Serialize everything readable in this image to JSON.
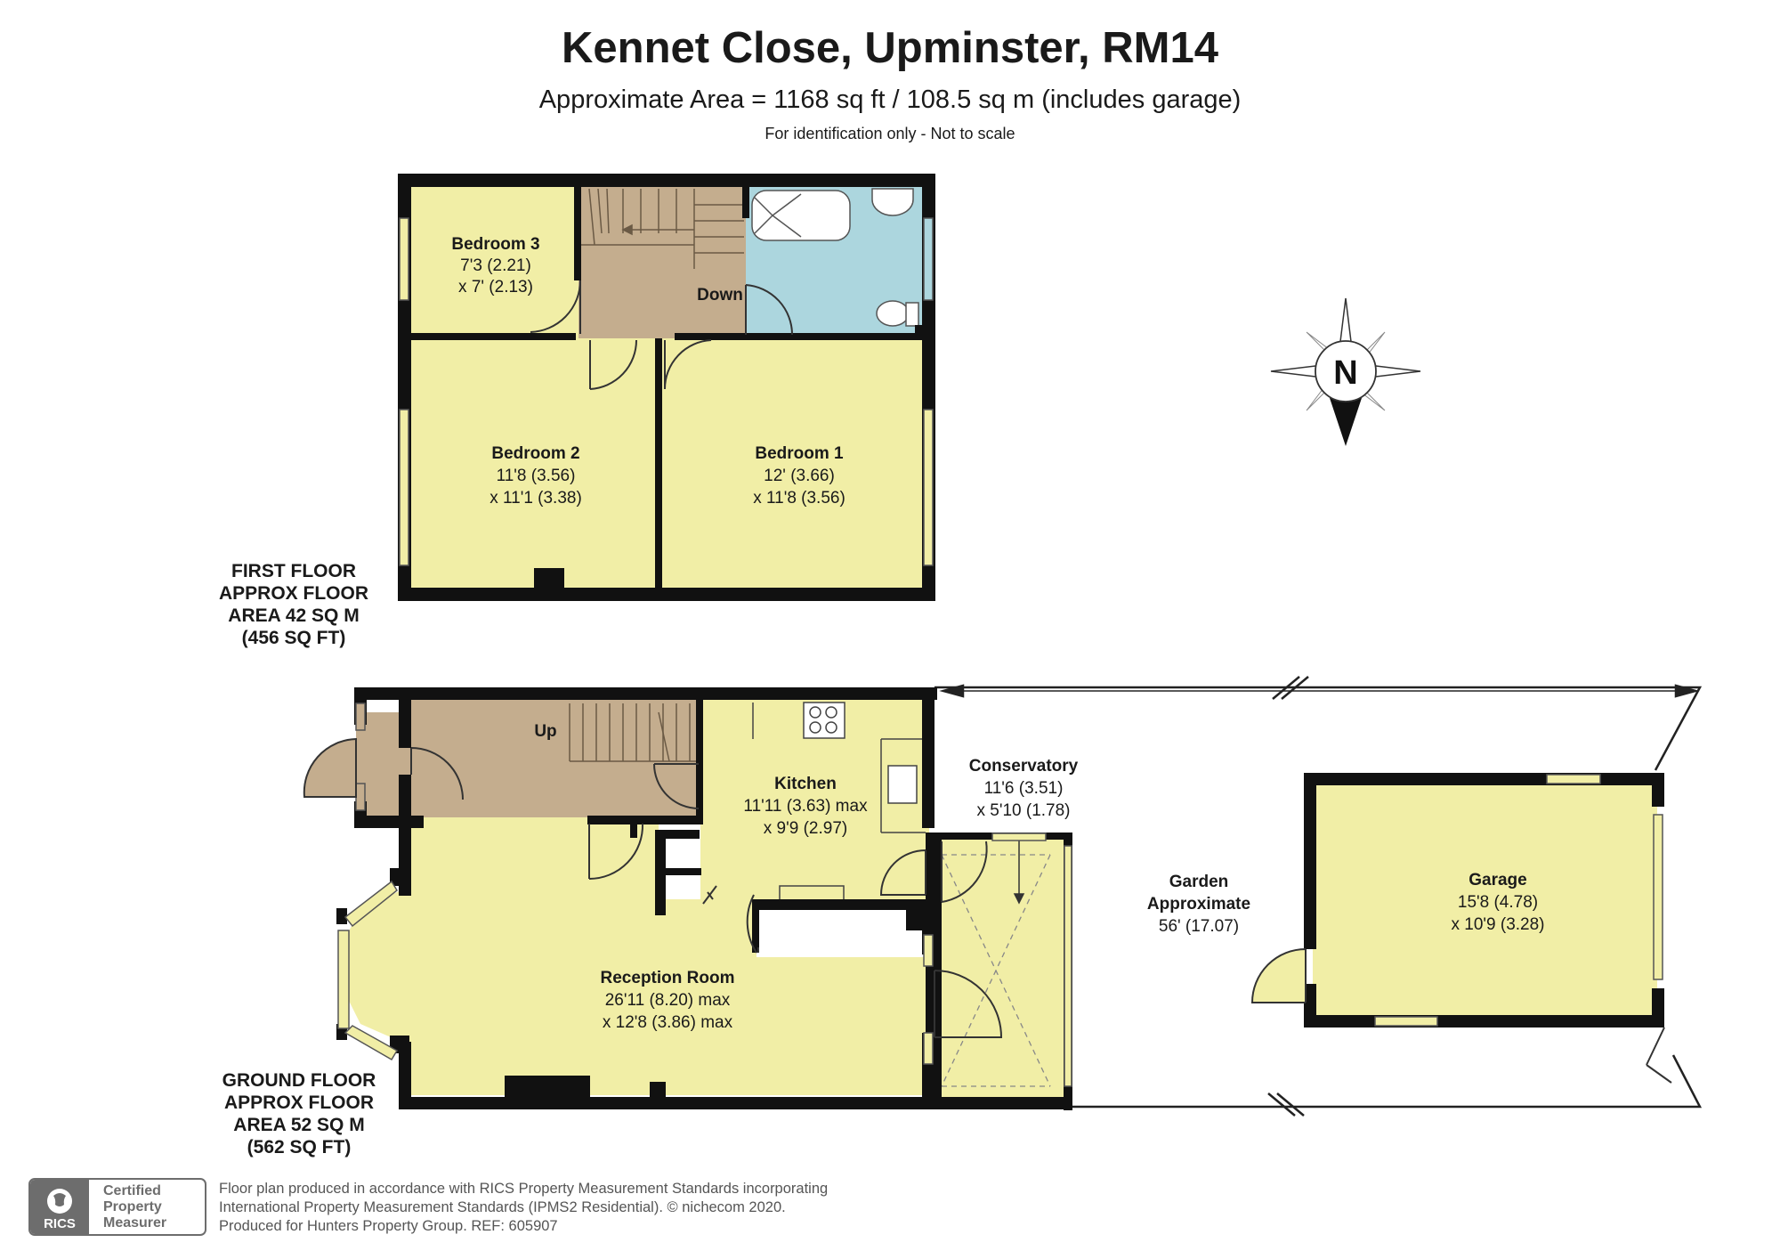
{
  "header": {
    "title": "Kennet Close, Upminster, RM14",
    "subtitle": "Approximate Area = 1168 sq ft / 108.5 sq m (includes garage)",
    "note": "For identification only - Not to scale"
  },
  "colors": {
    "room_fill": "#f1eea6",
    "hall_fill": "#c4ad8e",
    "bathroom_fill": "#acd6de",
    "wall": "#111111",
    "outside": "#ffffff"
  },
  "compass": {
    "label": "N",
    "icon": "compass-icon"
  },
  "first_floor": {
    "label_lines": [
      "FIRST FLOOR",
      "APPROX FLOOR",
      "AREA 42 SQ M",
      "(456 SQ FT)"
    ],
    "rooms": [
      {
        "name": "Bedroom 3",
        "dims": [
          "7'3 (2.21)",
          "x 7' (2.13)"
        ]
      },
      {
        "name": "Bedroom 2",
        "dims": [
          "11'8 (3.56)",
          "x 11'1 (3.38)"
        ]
      },
      {
        "name": "Bedroom 1",
        "dims": [
          "12' (3.66)",
          "x 11'8 (3.56)"
        ]
      }
    ],
    "stairs_label": "Down"
  },
  "ground_floor": {
    "label_lines": [
      "GROUND FLOOR",
      "APPROX FLOOR",
      "AREA 52 SQ M",
      "(562 SQ FT)"
    ],
    "rooms": [
      {
        "name": "Kitchen",
        "dims": [
          "11'11 (3.63) max",
          "x 9'9 (2.97)"
        ]
      },
      {
        "name": "Conservatory",
        "dims": [
          "11'6 (3.51)",
          "x 5'10 (1.78)"
        ]
      },
      {
        "name": "Reception Room",
        "dims": [
          "26'11 (8.20) max",
          "x 12'8 (3.86) max"
        ]
      },
      {
        "name": "Garage",
        "dims": [
          "15'8 (4.78)",
          "x 10'9 (3.28)"
        ]
      }
    ],
    "garden": {
      "lines": [
        "Garden",
        "Approximate"
      ],
      "dims": "56' (17.07)"
    },
    "stairs_label": "Up"
  },
  "footer": {
    "lines": [
      "Floor plan produced in accordance with RICS Property Measurement Standards incorporating",
      "International Property Measurement Standards (IPMS2 Residential).   © nichecom 2020.",
      "Produced for Hunters Property Group. REF: 605907"
    ],
    "badge": {
      "logo": "RICS",
      "lines": [
        "Certified",
        "Property",
        "Measurer"
      ]
    }
  }
}
